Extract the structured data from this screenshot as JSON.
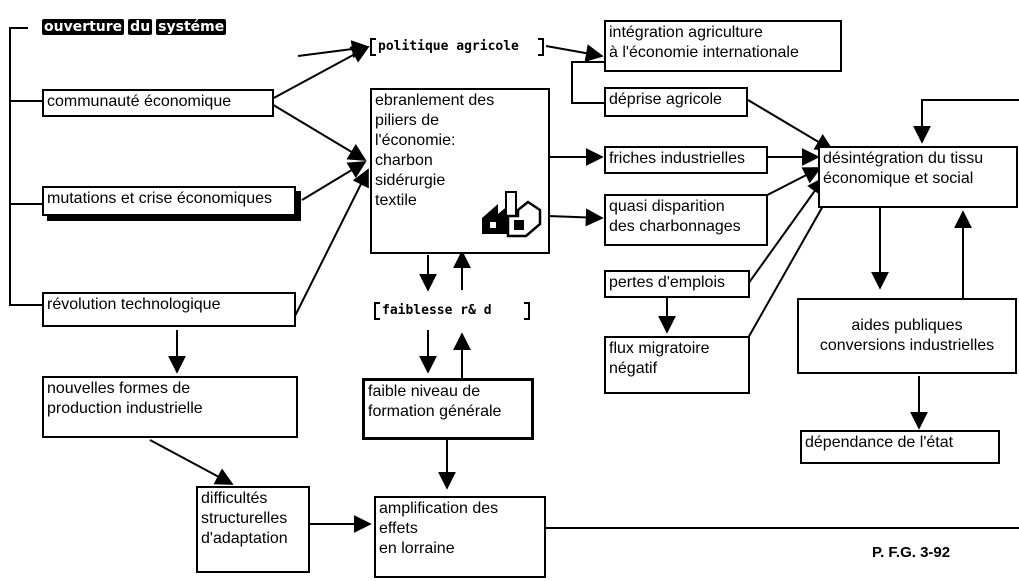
{
  "header": {
    "words": [
      "ouverture",
      "du",
      "systéme"
    ]
  },
  "nodes": {
    "communaute": "communauté économique",
    "mutations": "mutations et crise économiques",
    "revolution": "révolution technologique",
    "nouvelles_formes": "nouvelles formes de\nproduction industrielle",
    "difficultes": "difficultés\nstructurelles\nd'adaptation",
    "politique_agricole": "politique agricole",
    "ebranlement": "ebranlement des\npiliers de\nl'économie:\ncharbon\nsidérurgie\ntextile",
    "faiblesse_rd": "faiblesse r& d",
    "faible_niveau": "faible  niveau de\nformation générale",
    "amplification": "amplification des\n effets\nen lorraine",
    "integration": "intégration agriculture\nà l'économie internationale",
    "deprise": "déprise agricole",
    "friches": "friches industrielles",
    "quasi": "quasi disparition\ndes charbonnages",
    "pertes": "pertes d'emplois",
    "flux": "flux  migratoire\nnégatif",
    "desintegration": "désintégration  du tissu\néconomique et social",
    "aides": "aides publiques\nconversions industrielles",
    "dependance": "dépendance de l'état"
  },
  "credit": "P. F.G. 3-92",
  "icons": {
    "industry_icon": "factory-icon"
  },
  "colors": {
    "line": "#000000",
    "background": "#ffffff"
  }
}
